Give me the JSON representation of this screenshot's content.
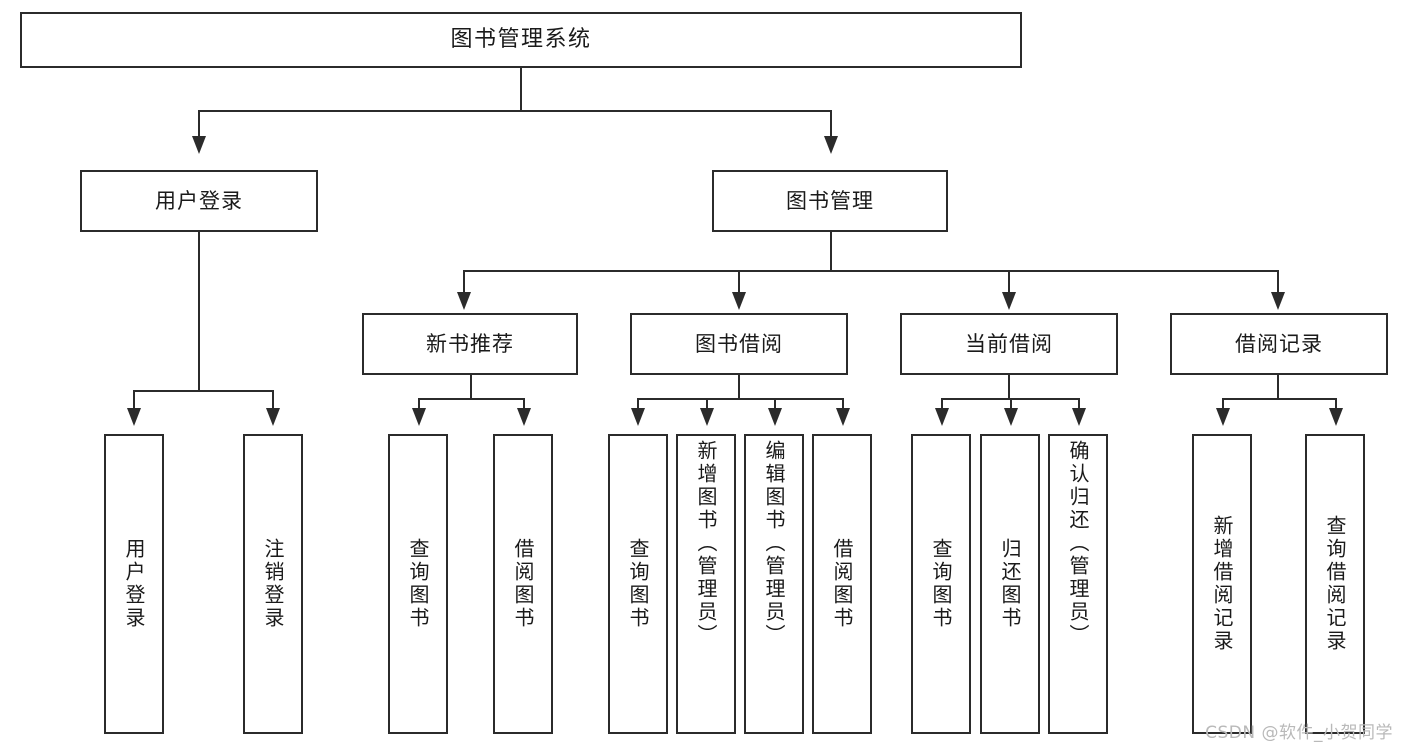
{
  "diagram": {
    "title": "图书管理系统",
    "watermark": "CSDN @软件_小贺同学",
    "colors": {
      "box_border": "#2b2b2b",
      "box_fill": "#ffffff",
      "connector": "#2b2b2b",
      "text": "#1a1a1a",
      "watermark": "#b9b9b9",
      "background": "#ffffff"
    },
    "root": {
      "label": "图书管理系统"
    },
    "level2": [
      {
        "label": "用户登录"
      },
      {
        "label": "图书管理"
      }
    ],
    "level3": [
      {
        "label": "新书推荐"
      },
      {
        "label": "图书借阅"
      },
      {
        "label": "当前借阅"
      },
      {
        "label": "借阅记录"
      }
    ],
    "leaves": {
      "user_login": [
        {
          "label": "用户登录"
        },
        {
          "label": "注销登录"
        }
      ],
      "new_book": [
        {
          "label": "查询图书"
        },
        {
          "label": "借阅图书"
        }
      ],
      "book_borrow": [
        {
          "label": "查询图书"
        },
        {
          "label": "新增图书（管理员）"
        },
        {
          "label": "编辑图书（管理员）"
        },
        {
          "label": "借阅图书"
        }
      ],
      "current_borrow": [
        {
          "label": "查询图书"
        },
        {
          "label": "归还图书"
        },
        {
          "label": "确认归还（管理员）"
        }
      ],
      "borrow_record": [
        {
          "label": "新增借阅记录"
        },
        {
          "label": "查询借阅记录"
        }
      ]
    }
  }
}
